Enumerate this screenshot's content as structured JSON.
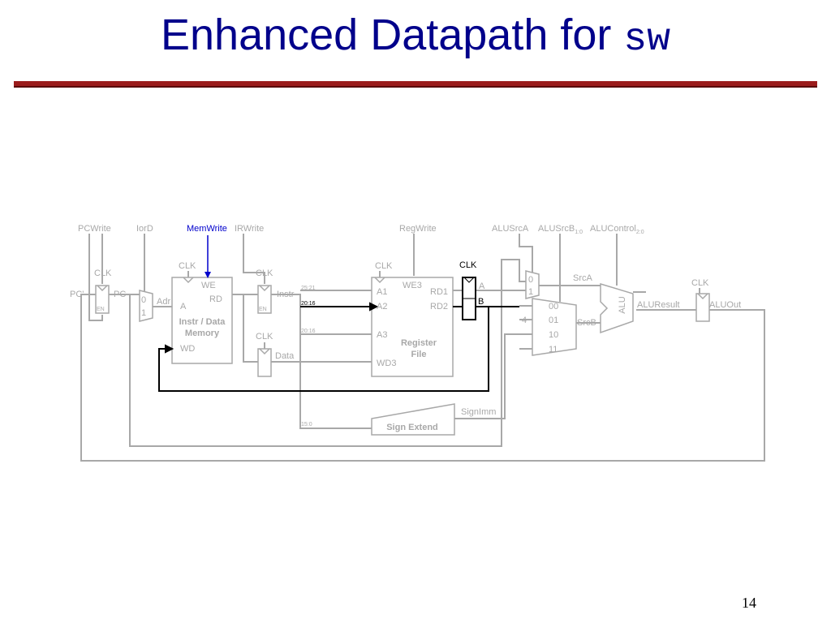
{
  "slide": {
    "title_text": "Enhanced Datapath for ",
    "title_code": "sw",
    "page_number": "14"
  },
  "colors": {
    "title": "#00008b",
    "rule": "#9b1c1c",
    "inactive": "#a8a8a8",
    "active": "#000000",
    "memwrite": "#0000cc"
  },
  "signals": {
    "pcwrite": "PCWrite",
    "iord": "IorD",
    "memwrite": "MemWrite",
    "irwrite": "IRWrite",
    "regwrite": "RegWrite",
    "alusrca": "ALUSrcA",
    "alusrcb": "ALUSrcB",
    "alusrcb_sub": "1:0",
    "alucontrol": "ALUControl",
    "alucontrol_sub": "2:0"
  },
  "labels": {
    "clk": "CLK",
    "en": "EN",
    "pc_prime": "PC'",
    "pc": "PC",
    "adr": "Adr",
    "instr": "Instr",
    "data": "Data",
    "mux0": "0",
    "mux1": "1",
    "mem_we": "WE",
    "mem_rd": "RD",
    "mem_a": "A",
    "mem_wd": "WD",
    "mem_name1": "Instr / Data",
    "mem_name2": "Memory",
    "rf_we3": "WE3",
    "rf_a1": "A1",
    "rf_a2": "A2",
    "rf_a3": "A3",
    "rf_wd3": "WD3",
    "rf_rd1": "RD1",
    "rf_rd2": "RD2",
    "rf_name1": "Register",
    "rf_name2": "File",
    "bits_25_21": "25:21",
    "bits_20_16": "20:16",
    "bits_20_16_b": "20:16",
    "bits_15_0": "15:0",
    "reg_a": "A",
    "reg_b": "B",
    "srca": "SrcA",
    "srcb": "SrcB",
    "four": "4",
    "m00": "00",
    "m01": "01",
    "m10": "10",
    "m11": "11",
    "alu": "ALU",
    "aluresult": "ALUResult",
    "aluout": "ALUOut",
    "signimm": "SignImm",
    "sign_extend": "Sign Extend"
  }
}
